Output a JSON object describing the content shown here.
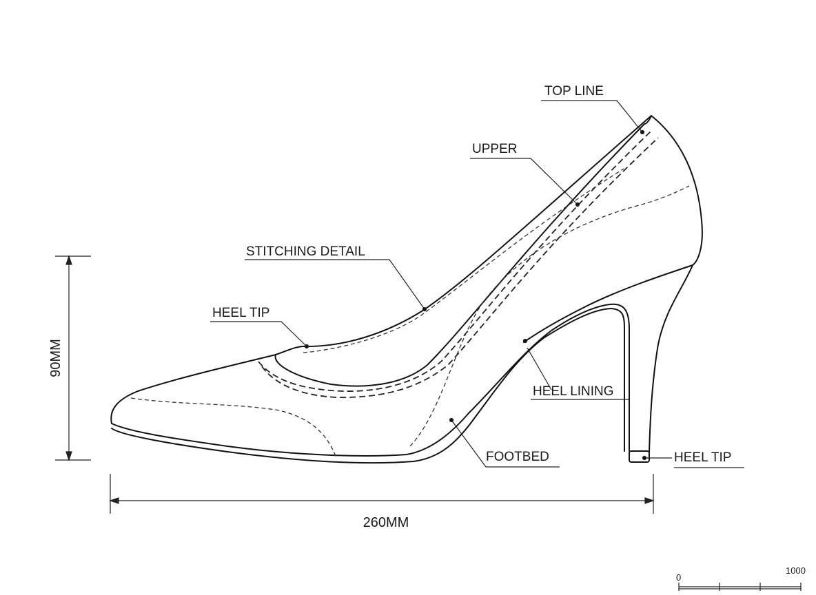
{
  "labels": {
    "top_line": "TOP LINE",
    "upper": "UPPER",
    "stitching_detail": "STITCHING DETAIL",
    "heel_tip_collar": "HEEL TIP",
    "heel_lining": "HEEL LINING",
    "footbed": "FOOTBED",
    "heel_tip": "HEEL TIP"
  },
  "dimensions": {
    "height": "90MM",
    "length": "260MM"
  },
  "scale_bar": {
    "start": "0",
    "end": "1000"
  }
}
